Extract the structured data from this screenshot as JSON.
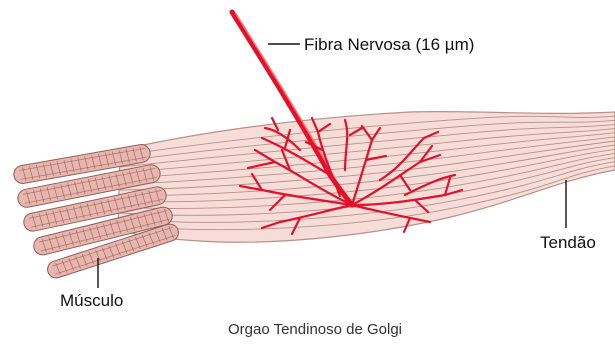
{
  "diagram": {
    "labels": {
      "nerve_fiber": "Fibra Nervosa (16 µm)",
      "tendon": "Tendão",
      "muscle": "Músculo",
      "caption": "Orgao Tendinoso de Golgi"
    },
    "colors": {
      "tissue_fill": "#f6ddd8",
      "tissue_line": "#b98f89",
      "muscle_fill": "#e8b6ae",
      "nerve": "#e3102a",
      "leader": "#111111"
    }
  }
}
